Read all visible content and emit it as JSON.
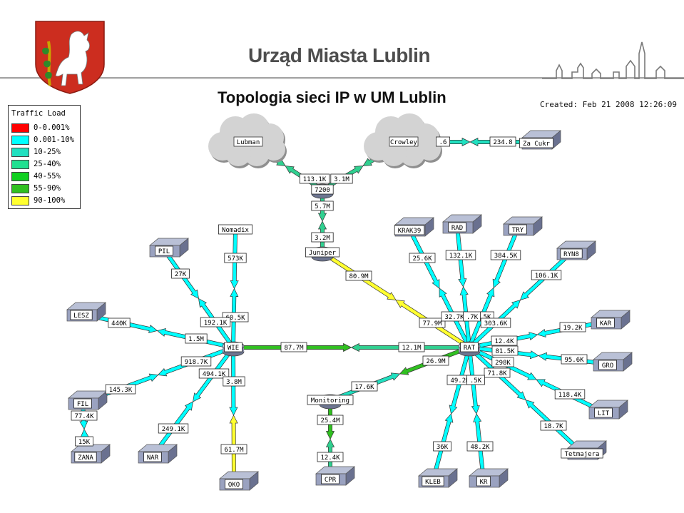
{
  "header": {
    "org_name": "Urząd Miasta Lublin",
    "title": "Topologia sieci  IP w UM Lublin",
    "created": "Created: Feb 21 2008 12:26:09"
  },
  "legend": {
    "title": "Traffic Load",
    "items": [
      {
        "label": "0-0.001%",
        "color": "#ff0000"
      },
      {
        "label": "0.001-10%",
        "color": "#00ffff"
      },
      {
        "label": "10-25%",
        "color": "#20e0c0"
      },
      {
        "label": "25-40%",
        "color": "#20e090"
      },
      {
        "label": "40-55%",
        "color": "#10d020"
      },
      {
        "label": "55-90%",
        "color": "#30c020"
      },
      {
        "label": "90-100%",
        "color": "#ffff30"
      }
    ]
  },
  "clouds": [
    {
      "id": "lubman",
      "label": "Lubman"
    },
    {
      "id": "crowley",
      "label": "Crowley"
    }
  ],
  "nodes": [
    {
      "id": "7200",
      "label": "7200",
      "kind": "router"
    },
    {
      "id": "juniper",
      "label": "Juniper",
      "kind": "router"
    },
    {
      "id": "wie",
      "label": "WIE",
      "kind": "router"
    },
    {
      "id": "rat",
      "label": "RAT",
      "kind": "router"
    },
    {
      "id": "monitoring",
      "label": "Monitoring",
      "kind": "router"
    },
    {
      "id": "nomadix",
      "label": "Nomadix",
      "kind": "label"
    },
    {
      "id": "zacukr",
      "label": "Za Cukr",
      "kind": "switch"
    },
    {
      "id": "pil",
      "label": "PIL",
      "kind": "switch"
    },
    {
      "id": "lesz",
      "label": "LESZ",
      "kind": "switch"
    },
    {
      "id": "fil",
      "label": "FIL",
      "kind": "switch"
    },
    {
      "id": "zana",
      "label": "ZANA",
      "kind": "switch"
    },
    {
      "id": "nar",
      "label": "NAR",
      "kind": "switch"
    },
    {
      "id": "oko",
      "label": "OKO",
      "kind": "switch"
    },
    {
      "id": "cpr",
      "label": "CPR",
      "kind": "switch"
    },
    {
      "id": "kleb",
      "label": "KLEB",
      "kind": "switch"
    },
    {
      "id": "kr",
      "label": "KR",
      "kind": "switch"
    },
    {
      "id": "krak39",
      "label": "KRAK39",
      "kind": "switch"
    },
    {
      "id": "rad",
      "label": "RAD",
      "kind": "switch"
    },
    {
      "id": "try",
      "label": "TRY",
      "kind": "switch"
    },
    {
      "id": "ryn8",
      "label": "RYN8",
      "kind": "switch"
    },
    {
      "id": "kar",
      "label": "KAR",
      "kind": "switch"
    },
    {
      "id": "gro",
      "label": "GRO",
      "kind": "switch"
    },
    {
      "id": "lit",
      "label": "LIT",
      "kind": "switch"
    },
    {
      "id": "tetmajera",
      "label": "Tetmajera",
      "kind": "switch"
    }
  ],
  "links": [
    {
      "id": "lubman-7200",
      "from_label": "113.1K"
    },
    {
      "id": "crowley-7200",
      "from_label": "3.1M"
    },
    {
      "id": "crowley-zacukr",
      "from_label": ".6",
      "to_label": "234.8"
    },
    {
      "id": "7200-juniper",
      "from_label": "5.7M",
      "to_label": "3.2M"
    },
    {
      "id": "juniper-rat",
      "from_label": "80.9M",
      "to_label": "77.9M"
    },
    {
      "id": "nomadix-wie",
      "from_label": "573K",
      "to_label": "60.5K"
    },
    {
      "id": "pil-wie",
      "from_label": "27K",
      "to_label": "192.1K"
    },
    {
      "id": "lesz-wie",
      "from_label": "440K",
      "to_label": "1.5M"
    },
    {
      "id": "wie-fil",
      "from_label": "918.7K",
      "to_label": "145.3K"
    },
    {
      "id": "wie-nar",
      "from_label": "494.1K",
      "to_label": "249.1K"
    },
    {
      "id": "wie-oko",
      "from_label": "3.8M",
      "to_label": "61.7M"
    },
    {
      "id": "wie-rat",
      "from_label": "87.7M",
      "to_label": "12.1M"
    },
    {
      "id": "fil-zana",
      "from_label": "77.4K",
      "to_label": "15K"
    },
    {
      "id": "rat-monitoring",
      "from_label": "26.9M",
      "to_label": "17.6K"
    },
    {
      "id": "monitoring-cpr",
      "from_label": "25.4M",
      "to_label": "12.4K"
    },
    {
      "id": "rat-krak39",
      "from_label": "32.7K",
      "to_label": "25.6K"
    },
    {
      "id": "rat-rad",
      "from_label": ".7K",
      "to_label": "132.1K"
    },
    {
      "id": "rat-try",
      "from_label": "5K",
      "to_label": "384.5K"
    },
    {
      "id": "rat-ryn8",
      "from_label": "303.6K",
      "to_label": "106.1K"
    },
    {
      "id": "rat-kar",
      "from_label": "12.4K",
      "to_label": "19.2K"
    },
    {
      "id": "rat-gro",
      "from_label": "81.5K",
      "to_label": "95.6K"
    },
    {
      "id": "rat-lit",
      "from_label": "298K",
      "to_label": "118.4K"
    },
    {
      "id": "rat-tetmajera",
      "from_label": "71.8K",
      "to_label": "18.7K"
    },
    {
      "id": "rat-kleb",
      "from_label": "49.2K",
      "to_label": "36K"
    },
    {
      "id": "rat-kr",
      "from_label": ".5K",
      "to_label": "48.2K"
    }
  ]
}
